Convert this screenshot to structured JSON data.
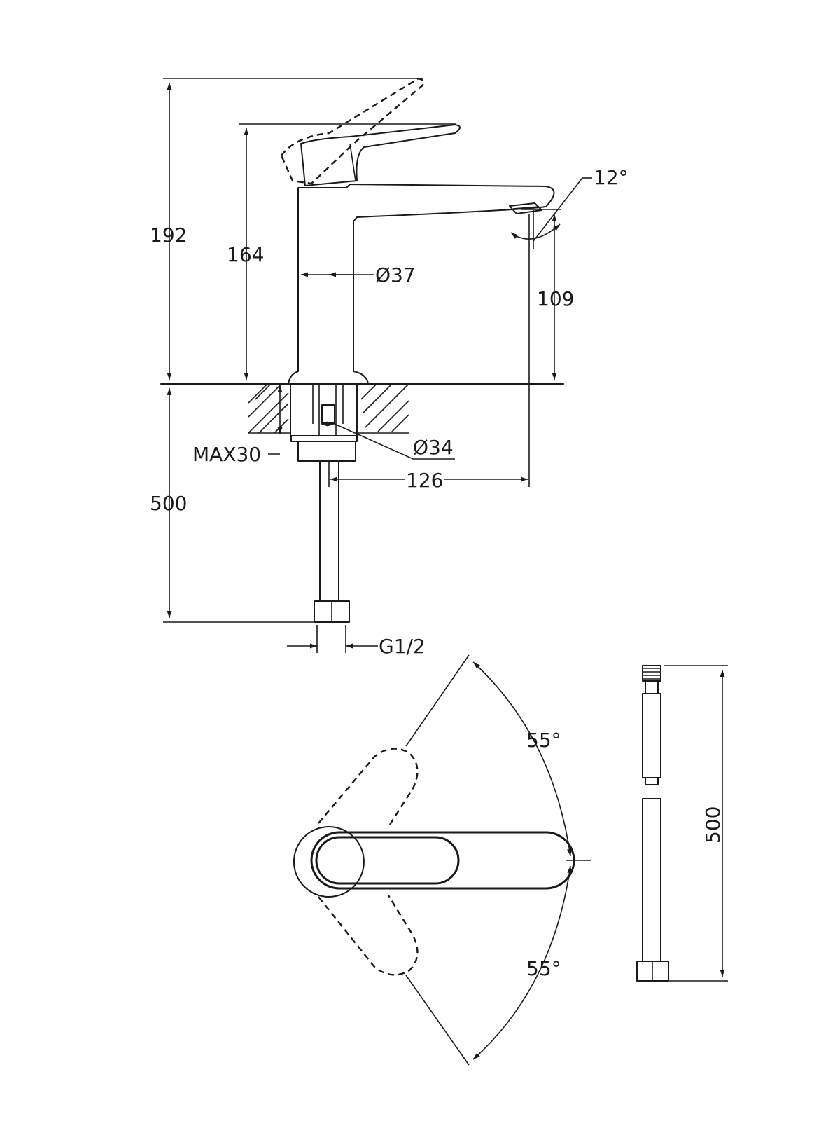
{
  "dimensions": {
    "total_height": "192",
    "body_height": "164",
    "spout_height": "109",
    "body_diameter": "Ø37",
    "hole_diameter": "Ø34",
    "spout_reach": "126",
    "max_deck_thickness": "MAX30",
    "hose_length": "500",
    "hose_connection": "G1/2",
    "spout_angle": "12°",
    "handle_angle_up": "55°",
    "handle_angle_down": "55°",
    "hose_length_side": "500"
  },
  "colors": {
    "line": "#1a1a1a",
    "background": "#ffffff"
  }
}
